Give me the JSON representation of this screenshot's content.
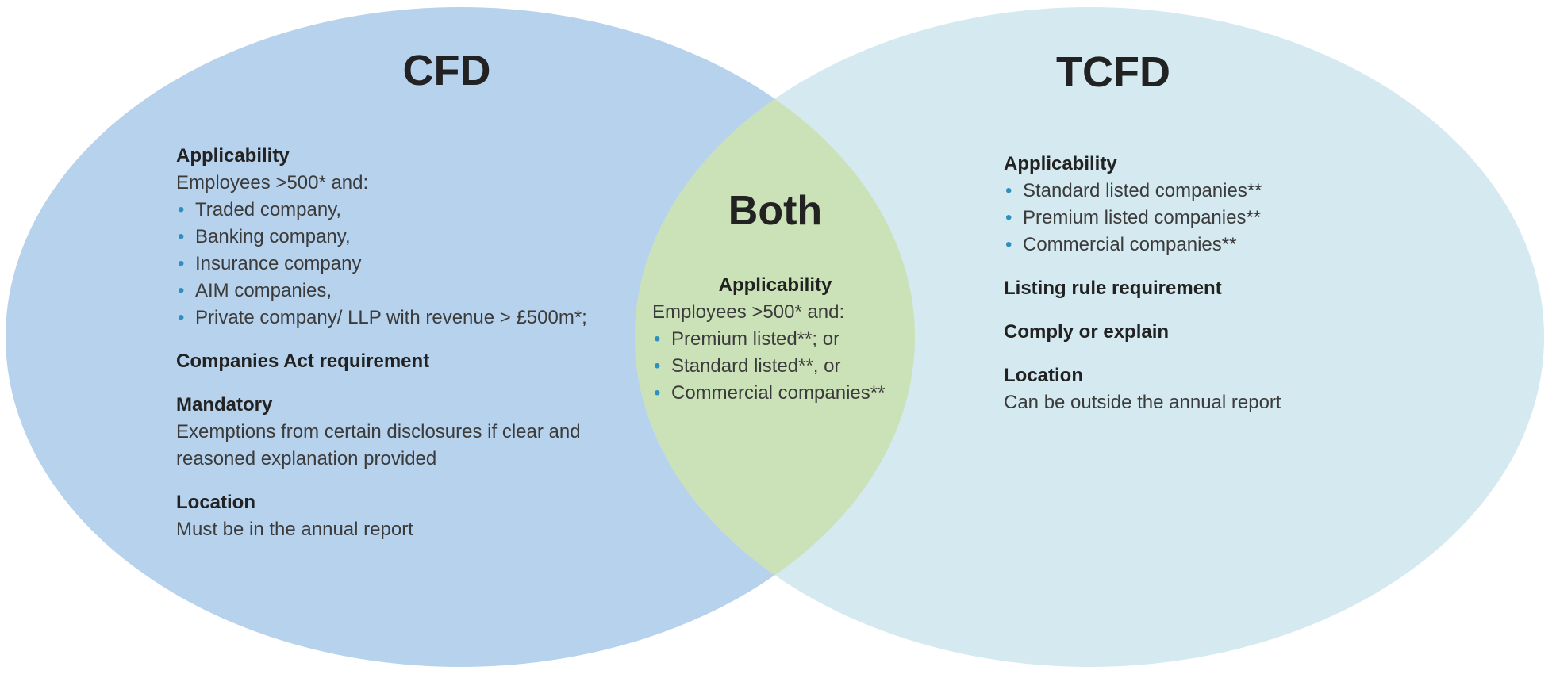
{
  "colors": {
    "left_ellipse": "#b7d2ec",
    "right_ellipse": "#d4e9f0",
    "intersection": "#cbe2b8",
    "bullet": "#2e8fc2",
    "heading_text": "#222222",
    "body_text": "#3b3b3b",
    "background": "#ffffff"
  },
  "left": {
    "title": "CFD",
    "heading_applicability": "Applicability",
    "applicability_intro": "Employees >500* and:",
    "bullets": [
      "Traded company,",
      "Banking company,",
      "Insurance company",
      "AIM companies,",
      "Private company/ LLP with revenue > £500m*;"
    ],
    "heading_companies_act": "Companies Act requirement",
    "heading_mandatory": "Mandatory",
    "mandatory_text": "Exemptions from certain disclosures if clear and reasoned explanation provided",
    "heading_location": "Location",
    "location_text": "Must be in the annual report"
  },
  "middle": {
    "title": "Both",
    "heading_applicability": "Applicability",
    "applicability_intro": "Employees >500* and:",
    "bullets": [
      "Premium listed**; or",
      "Standard listed**, or",
      "Commercial companies**"
    ]
  },
  "right": {
    "title": "TCFD",
    "heading_applicability": "Applicability",
    "bullets": [
      "Standard listed companies**",
      "Premium listed companies**",
      "Commercial companies**"
    ],
    "heading_listing_rule": "Listing rule requirement",
    "heading_comply": "Comply or explain",
    "heading_location": "Location",
    "location_text": "Can be outside the annual report"
  }
}
